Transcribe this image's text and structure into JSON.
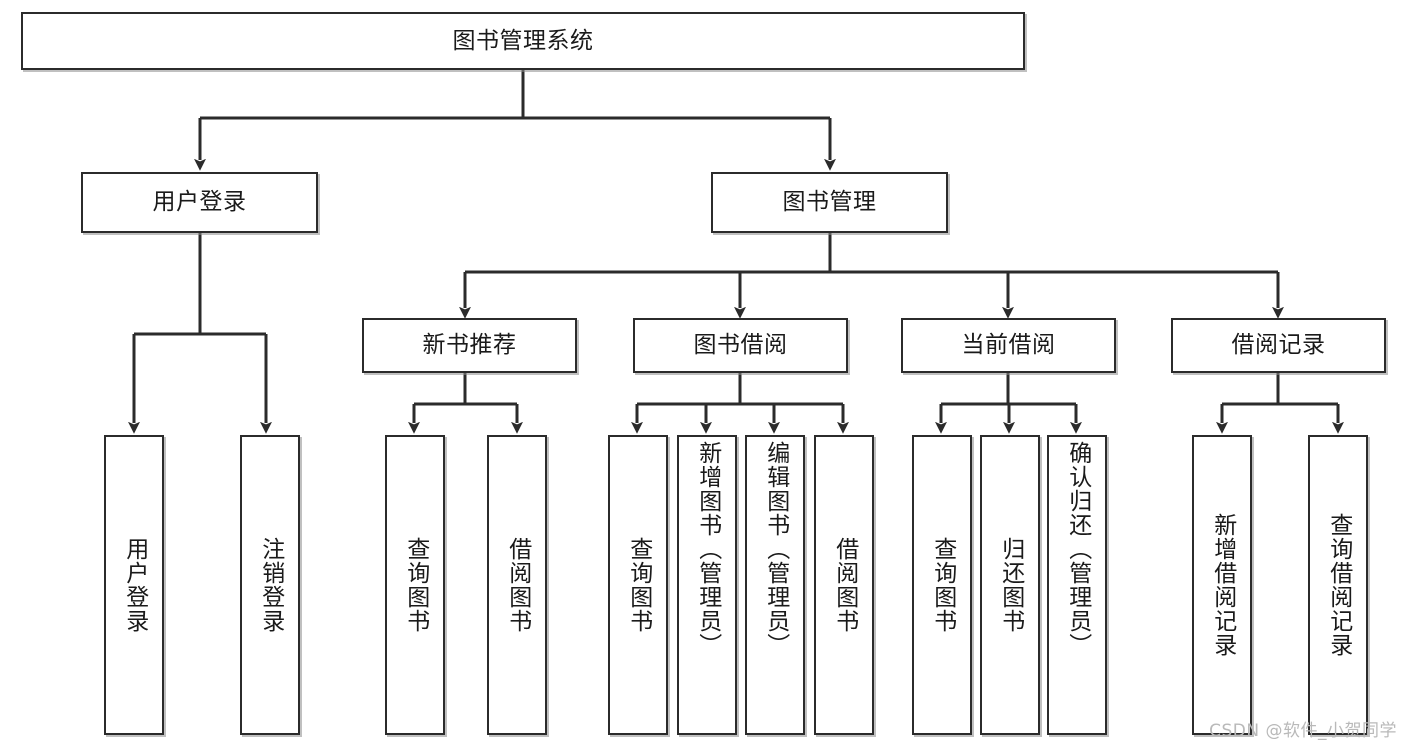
{
  "diagram": {
    "type": "tree-hierarchy-chart",
    "title": "图书管理系统",
    "watermark": "CSDN @软件_小贺同学",
    "colors": {
      "box_border": "#2b2b2b",
      "box_fill": "#ffffff",
      "connector": "#2b2b2b",
      "text": "#1a1a1a",
      "watermark": "#b9b9b9",
      "background": "#ffffff"
    },
    "root": {
      "label": "图书管理系统"
    },
    "level2": [
      {
        "label": "用户登录"
      },
      {
        "label": "图书管理"
      }
    ],
    "level3": [
      {
        "label": "新书推荐"
      },
      {
        "label": "图书借阅"
      },
      {
        "label": "当前借阅"
      },
      {
        "label": "借阅记录"
      }
    ],
    "leaves": {
      "user_login": [
        {
          "label": "用户登录"
        },
        {
          "label": "注销登录"
        }
      ],
      "new_book_recommend": [
        {
          "label": "查询图书"
        },
        {
          "label": "借阅图书"
        }
      ],
      "book_borrow": [
        {
          "label": "查询图书"
        },
        {
          "label": "新增图书（管理员）"
        },
        {
          "label": "编辑图书（管理员）"
        },
        {
          "label": "借阅图书"
        }
      ],
      "current_borrow": [
        {
          "label": "查询图书"
        },
        {
          "label": "归还图书"
        },
        {
          "label": "确认归还（管理员）"
        }
      ],
      "borrow_record": [
        {
          "label": "新增借阅记录"
        },
        {
          "label": "查询借阅记录"
        }
      ]
    }
  }
}
